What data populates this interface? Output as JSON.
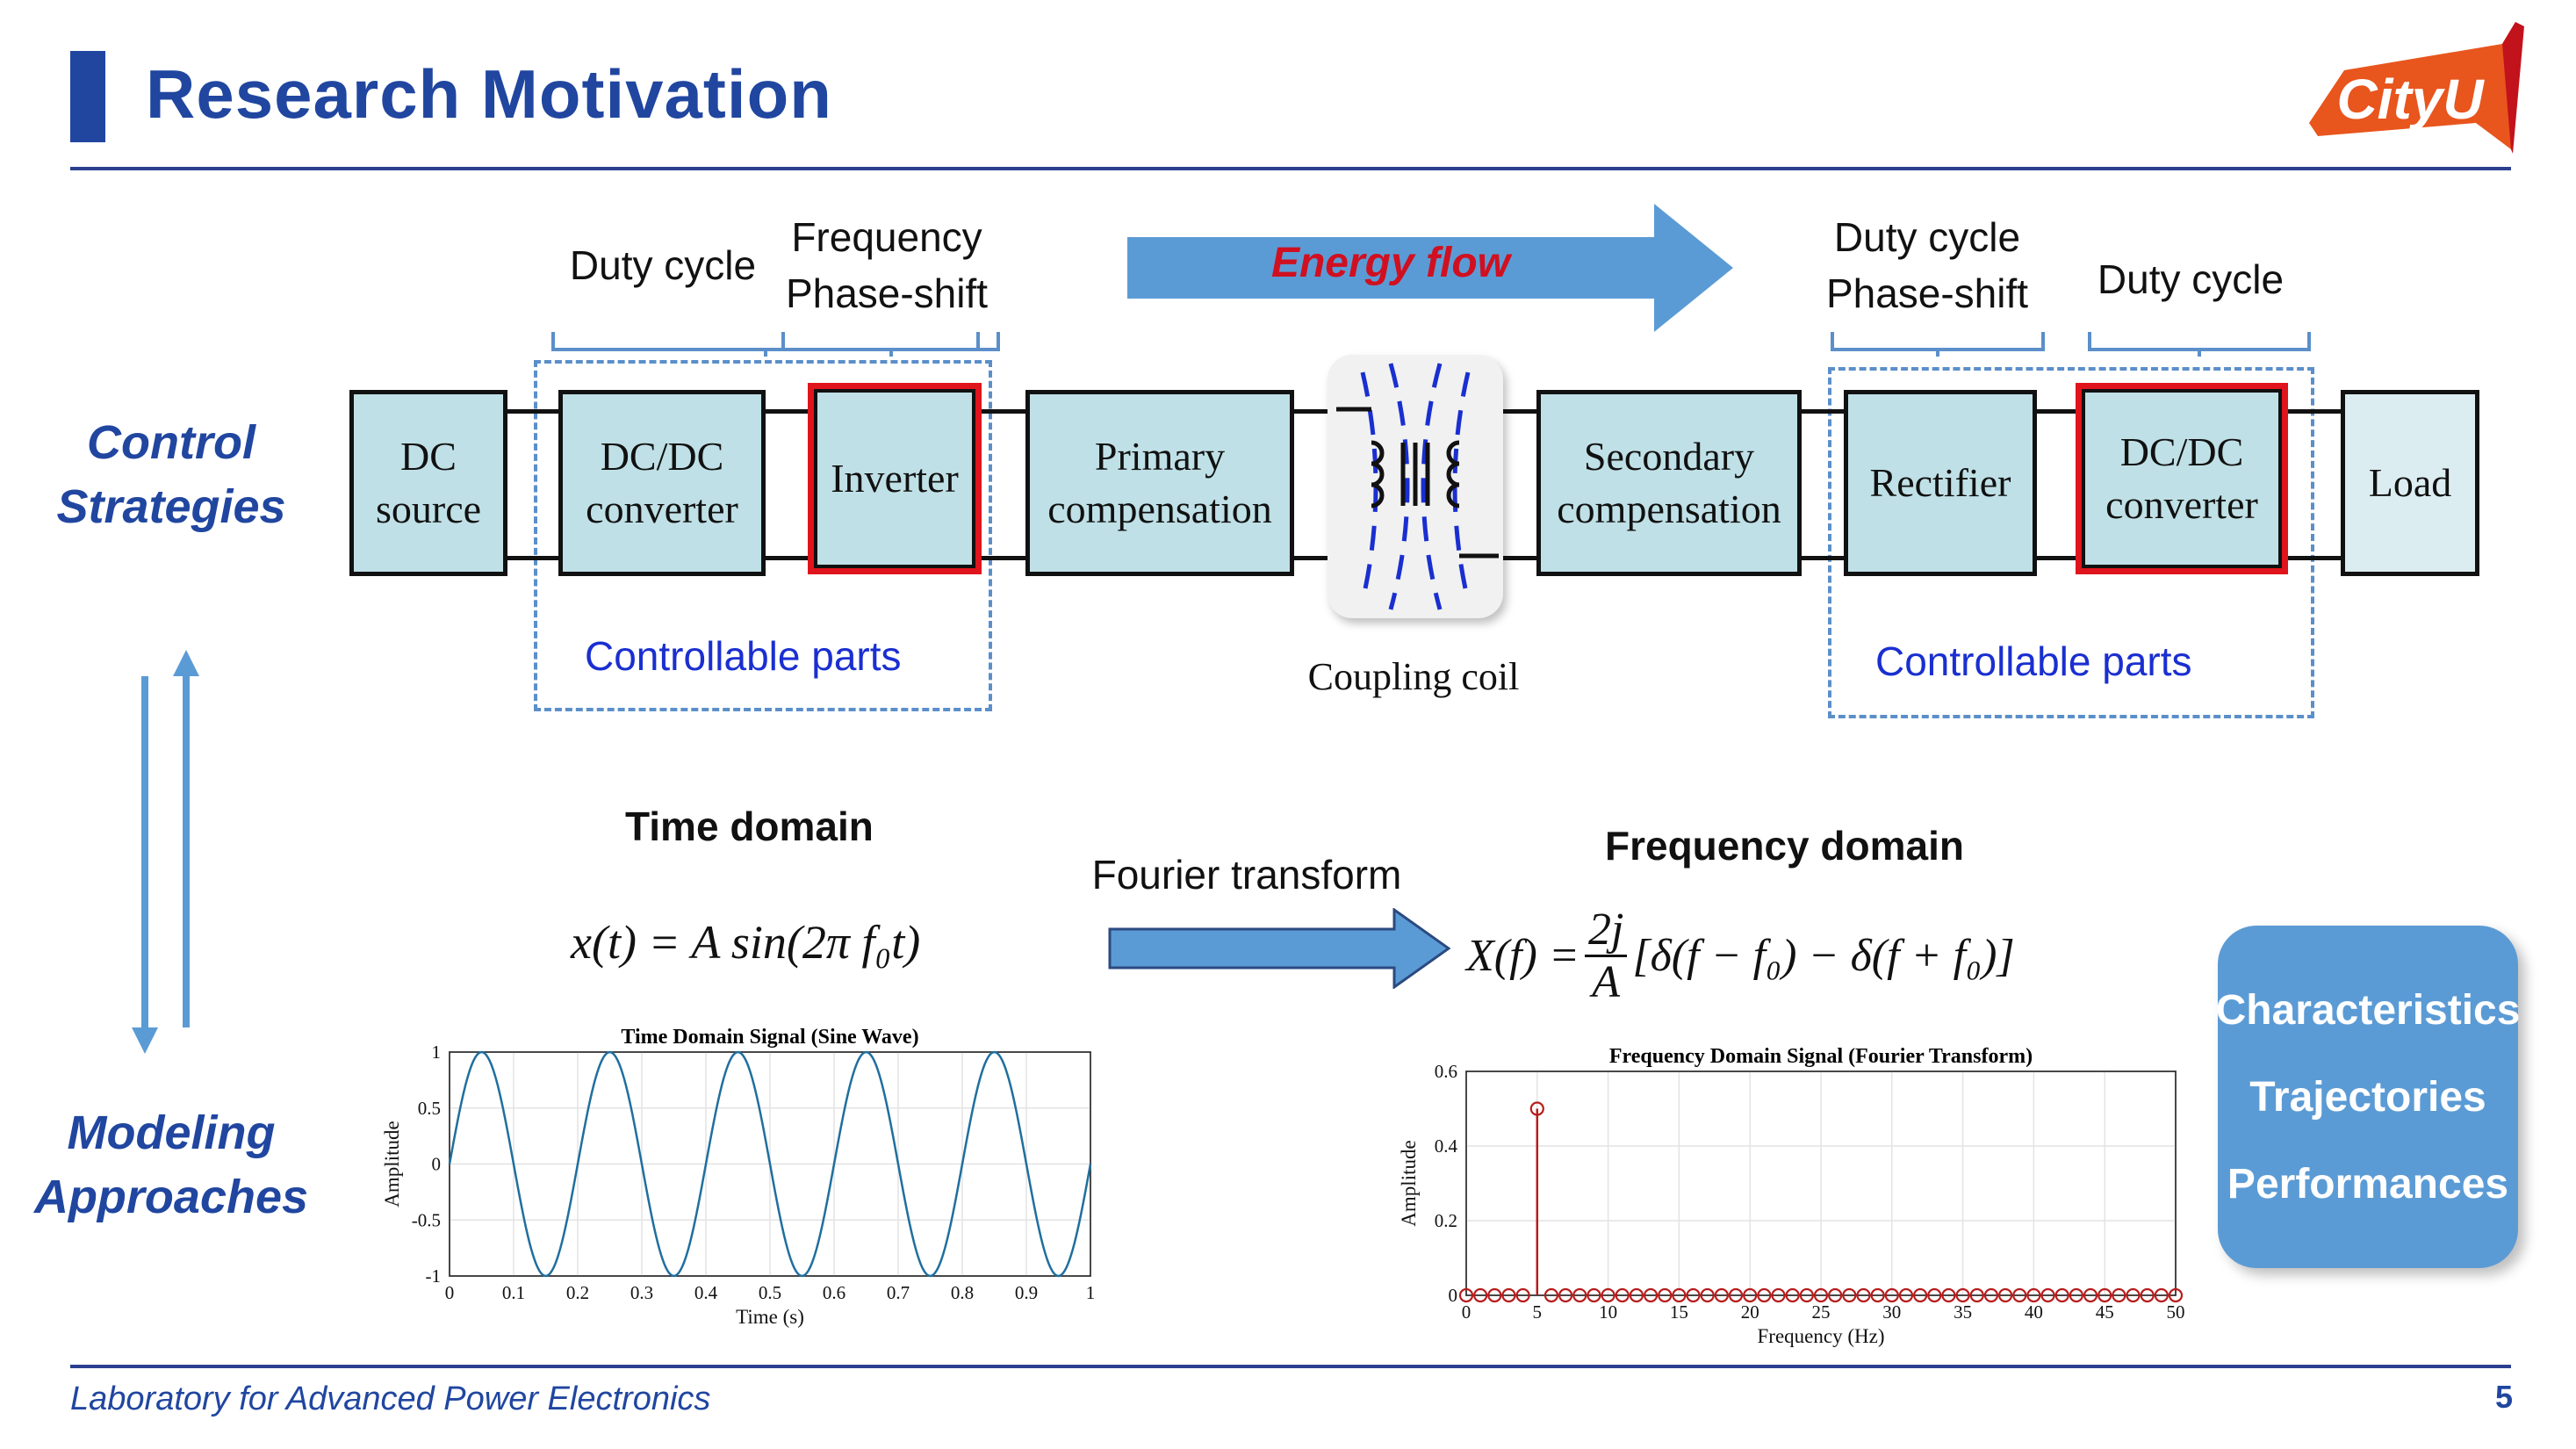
{
  "header": {
    "title": "Research Motivation",
    "logo_text": "CityU"
  },
  "side_labels": {
    "control": "Control\nStrategies",
    "modeling": "Modeling\nApproaches"
  },
  "top_labels": {
    "left_duty": "Duty cycle",
    "left_freq": "Frequency\nPhase-shift",
    "energy_flow": "Energy flow",
    "right_duty_phase": "Duty cycle\nPhase-shift",
    "right_duty": "Duty cycle"
  },
  "blocks": {
    "dc_source": "DC\nsource",
    "dcdc_left": "DC/DC\nconverter",
    "inverter": "Inverter",
    "primary": "Primary\ncompensation",
    "secondary": "Secondary\ncompensation",
    "rectifier": "Rectifier",
    "dcdc_right": "DC/DC\nconverter",
    "load": "Load"
  },
  "controllable_left": "Controllable parts",
  "controllable_right": "Controllable parts",
  "coupling_coil": "Coupling coil",
  "time_domain": {
    "heading": "Time domain",
    "equation": "x(t) = A sin(2π f₀t)"
  },
  "fourier_label": "Fourier transform",
  "freq_domain": {
    "heading": "Frequency domain",
    "equation_lhs": "X(f) =",
    "num": "2j",
    "den": "A",
    "equation_rhs": "[δ(f − f₀) − δ(f + f₀)]"
  },
  "info_items": [
    "Characteristics",
    "Trajectories",
    "Performances"
  ],
  "footer": "Laboratory for Advanced Power Electronics",
  "page_number": "5",
  "colors": {
    "brand_blue": "#2046a0",
    "arrow_blue": "#5b9bd5",
    "red_outline": "#e0141c",
    "block_fill": "#bfe0e6"
  },
  "chart_data": [
    {
      "type": "line",
      "title": "Time Domain Signal (Sine Wave)",
      "xlabel": "Time (s)",
      "ylabel": "Amplitude",
      "xlim": [
        0,
        1
      ],
      "ylim": [
        -1,
        1
      ],
      "xticks": [
        "0",
        "0.1",
        "0.2",
        "0.3",
        "0.4",
        "0.5",
        "0.6",
        "0.7",
        "0.8",
        "0.9",
        "1"
      ],
      "yticks": [
        "-1",
        "-0.5",
        "0",
        "0.5",
        "1"
      ],
      "frequency_hz": 5,
      "amplitude": 1,
      "grid": true
    },
    {
      "type": "stem",
      "title": "Frequency Domain Signal (Fourier Transform)",
      "xlabel": "Frequency (Hz)",
      "ylabel": "Amplitude",
      "xlim": [
        0,
        50
      ],
      "ylim": [
        0,
        0.6
      ],
      "xticks": [
        "0",
        "5",
        "10",
        "15",
        "20",
        "25",
        "30",
        "35",
        "40",
        "45",
        "50"
      ],
      "yticks": [
        "0",
        "0.2",
        "0.4",
        "0.6"
      ],
      "x": [
        0,
        1,
        2,
        3,
        4,
        5,
        6,
        7,
        8,
        9,
        10,
        11,
        12,
        13,
        14,
        15,
        16,
        17,
        18,
        19,
        20,
        21,
        22,
        23,
        24,
        25,
        26,
        27,
        28,
        29,
        30,
        31,
        32,
        33,
        34,
        35,
        36,
        37,
        38,
        39,
        40,
        41,
        42,
        43,
        44,
        45,
        46,
        47,
        48,
        49,
        50
      ],
      "y": [
        0,
        0,
        0,
        0,
        0,
        0.5,
        0,
        0,
        0,
        0,
        0,
        0,
        0,
        0,
        0,
        0,
        0,
        0,
        0,
        0,
        0,
        0,
        0,
        0,
        0,
        0,
        0,
        0,
        0,
        0,
        0,
        0,
        0,
        0,
        0,
        0,
        0,
        0,
        0,
        0,
        0,
        0,
        0,
        0,
        0,
        0,
        0,
        0,
        0,
        0,
        0
      ],
      "grid": true
    }
  ]
}
